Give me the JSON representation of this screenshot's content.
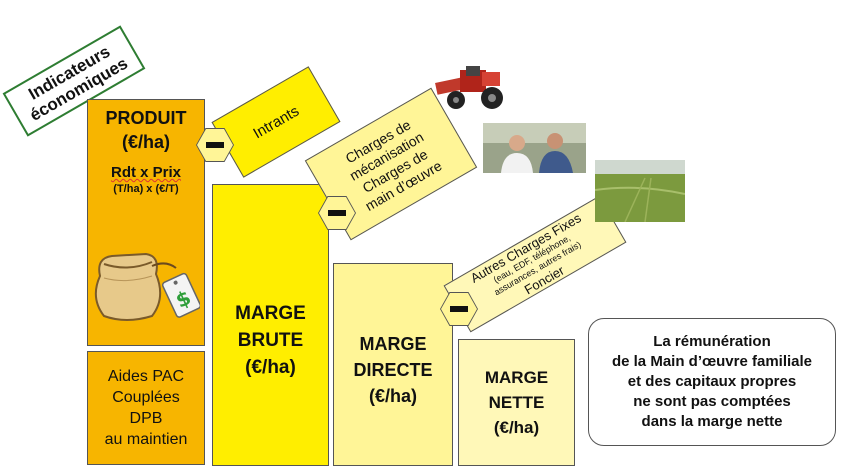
{
  "title": {
    "line1": "Indicateurs",
    "line2": "économiques"
  },
  "produit": {
    "title": "PRODUIT",
    "unit": "(€/ha)",
    "formula": "Rdt x Prix",
    "formula_units": "(T/ha) x (€/T)"
  },
  "aides": {
    "line1": "Aides PAC",
    "line2": "Couplées",
    "line3": "DPB",
    "line4": "au maintien"
  },
  "intrants": {
    "label": "Intrants"
  },
  "charges": {
    "line1": "Charges de",
    "line2": "mécanisation",
    "line3": "Charges de",
    "line4": "main d’œuvre"
  },
  "charges_fixes": {
    "line1": "Autres Charges Fixes",
    "line2": "(eau, EDF, téléphone,",
    "line3": "assurances, autres frais)",
    "line4": "Foncier"
  },
  "marge_brute": {
    "line1": "MARGE",
    "line2": "BRUTE",
    "line3": "(€/ha)"
  },
  "marge_directe": {
    "line1": "MARGE",
    "line2": "DIRECTE",
    "line3": "(€/ha)"
  },
  "marge_nette": {
    "line1": "MARGE",
    "line2": "NETTE",
    "line3": "(€/ha)"
  },
  "note": {
    "line1": "La rémunération",
    "line2": "de la Main d’œuvre familiale",
    "line3": "et des capitaux propres",
    "line4": "ne sont pas comptées",
    "line5": "dans la marge nette"
  },
  "operator_symbol": "minus",
  "colors": {
    "produit": "#f7b500",
    "marge_brute": "#ffee00",
    "marge_directe": "#fff597",
    "marge_nette": "#fff8b8",
    "title_border": "#2e7d32"
  }
}
